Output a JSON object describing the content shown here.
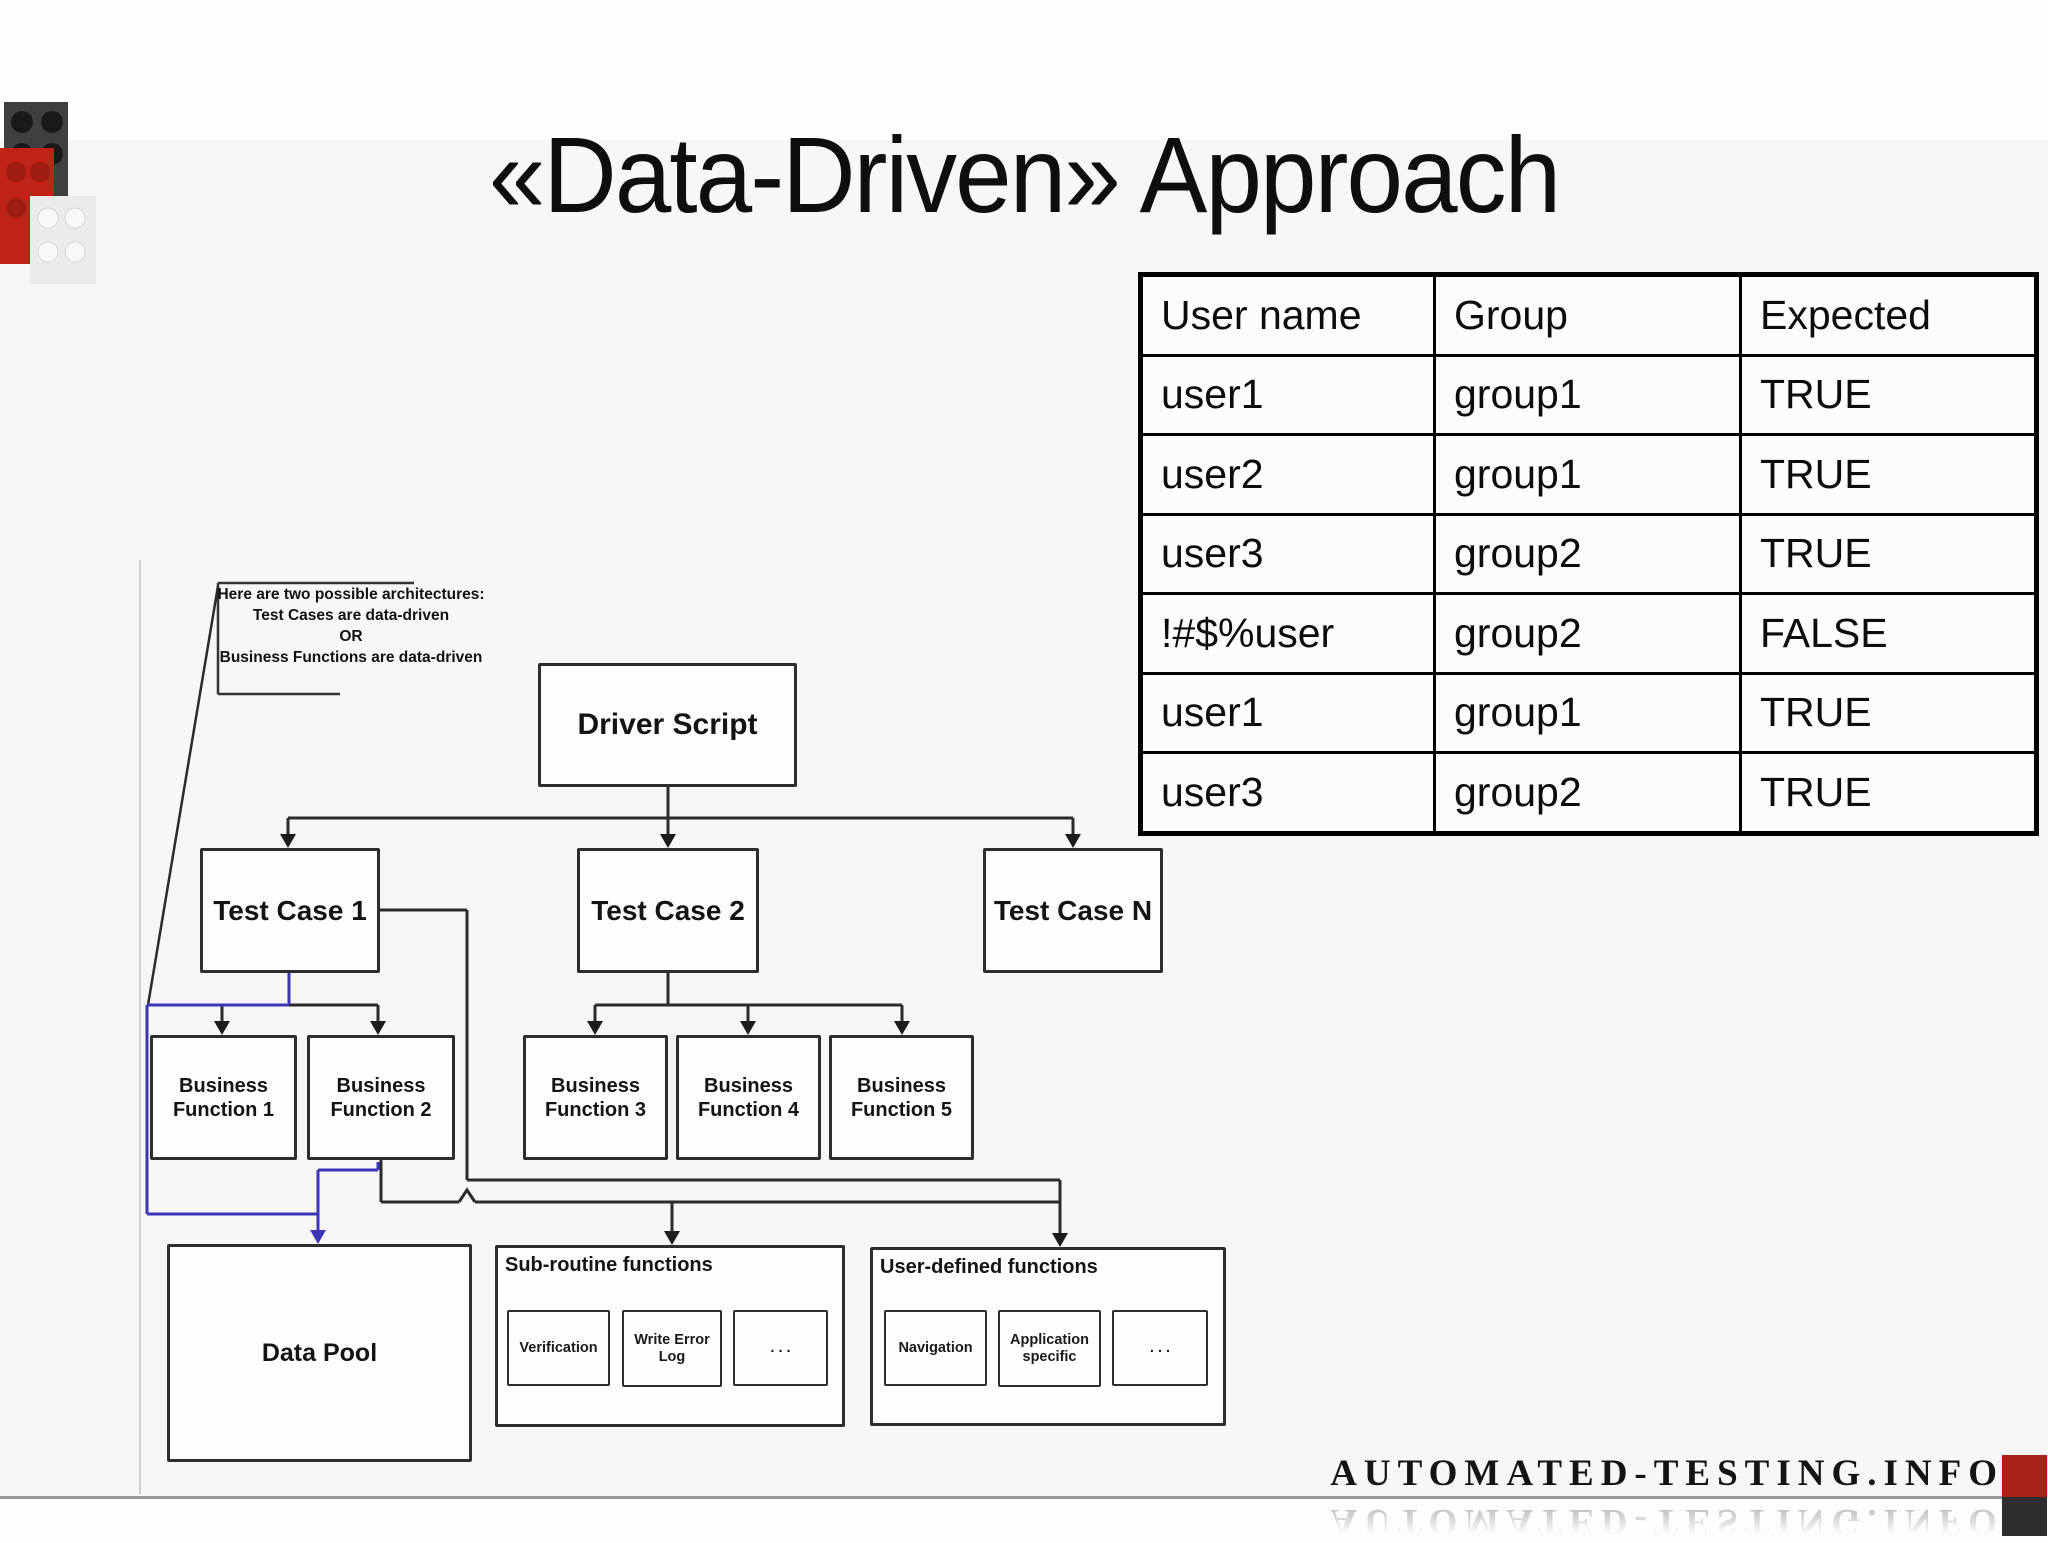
{
  "title": "«Data-Driven» Approach",
  "table": {
    "headers": [
      "User name",
      "Group",
      "Expected"
    ],
    "rows": [
      [
        "user1",
        "group1",
        "TRUE"
      ],
      [
        "user2",
        "group1",
        "TRUE"
      ],
      [
        "user3",
        "group2",
        "TRUE"
      ],
      [
        "!#$%user",
        "group2",
        "FALSE"
      ],
      [
        "user1",
        "group1",
        "TRUE"
      ],
      [
        "user3",
        "group2",
        "TRUE"
      ]
    ]
  },
  "diagram": {
    "note_lines": [
      "Here are two possible architectures:",
      "Test Cases are data-driven",
      "OR",
      "Business Functions are data-driven"
    ],
    "driver_script": "Driver Script",
    "test_cases": [
      "Test Case 1",
      "Test Case 2",
      "Test Case N"
    ],
    "business_functions": [
      {
        "l1": "Business",
        "l2": "Function 1"
      },
      {
        "l1": "Business",
        "l2": "Function 2"
      },
      {
        "l1": "Business",
        "l2": "Function 3"
      },
      {
        "l1": "Business",
        "l2": "Function 4"
      },
      {
        "l1": "Business",
        "l2": "Function 5"
      }
    ],
    "data_pool": "Data Pool",
    "subroutine": {
      "title": "Sub-routine functions",
      "items": [
        "Verification",
        "Write Error Log",
        ". . ."
      ]
    },
    "userdefined": {
      "title": "User-defined functions",
      "items": [
        "Navigation",
        "Application specific",
        ". . ."
      ]
    }
  },
  "footer": {
    "brand": "AUTOMATED-TESTING.INFO"
  },
  "colors": {
    "line": "#2b2b2b",
    "blue": "#3b36b6",
    "accent_red": "#a82218"
  }
}
